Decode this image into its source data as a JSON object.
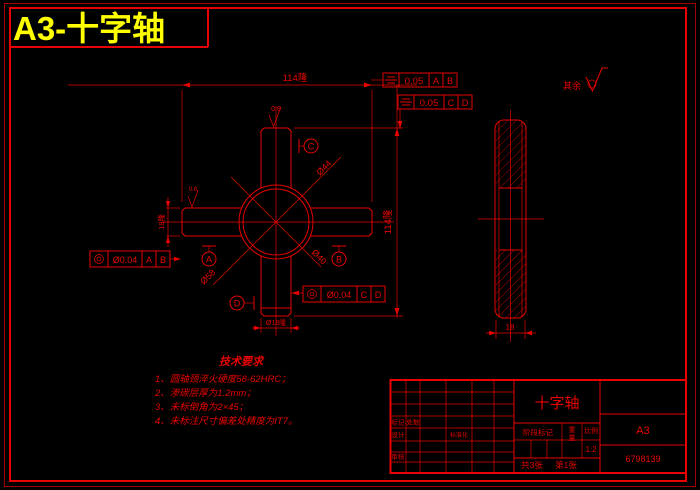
{
  "window": {
    "title": "A3-十字轴"
  },
  "colors": {
    "background": "#000000",
    "line": "#e80202",
    "title_text": "#ffff00"
  },
  "annotations": {
    "surface_default_prefix": "其余",
    "dim_top": "114隆",
    "dim_right": "114隆",
    "dim_arm_height": "18隆",
    "dim_boss": "Ø18隆",
    "dia_inner": "Ø44",
    "dia_outer": "Ø58",
    "dia_journal": "Ø40",
    "roughness_top": "0.8",
    "roughness_left": "0.8",
    "datum_a": "A",
    "datum_b": "B",
    "datum_c": "C",
    "datum_d": "D",
    "fcf1": {
      "symbol": "symmetry",
      "value": "0.05",
      "ref1": "A",
      "ref2": "B"
    },
    "fcf2": {
      "symbol": "symmetry",
      "value": "0.05",
      "ref1": "C",
      "ref2": "D"
    },
    "fcf3": {
      "symbol": "concentricity",
      "value": "Ø0.04",
      "ref1": "A",
      "ref2": "B"
    },
    "fcf4": {
      "symbol": "concentricity",
      "value": "Ø0.04",
      "ref1": "C",
      "ref2": "D"
    }
  },
  "side_view": {
    "dim_width": "18"
  },
  "tech": {
    "title": "技术要求",
    "items": [
      "1、圆轴颈淬火硬度58-62HRC；",
      "2、渗碳层厚为1.2mm；",
      "3、未标倒角为2×45；",
      "4、未标注尺寸偏差处精度为IT7。"
    ]
  },
  "title_block": {
    "part_name": "十字轴",
    "sheet_size": "A3",
    "drawing_no": "6798139",
    "stage_label": "阶段标记",
    "weight_label_1": "重",
    "weight_label_2": "量",
    "scale_label": "比例",
    "scale_value": "1:2",
    "sheet_total": "共3张",
    "sheet_no": "第1张",
    "mark_label": "标记",
    "count_label": "处数",
    "design_label": "设计",
    "standard_label": "标准化",
    "check_label": "审核"
  }
}
